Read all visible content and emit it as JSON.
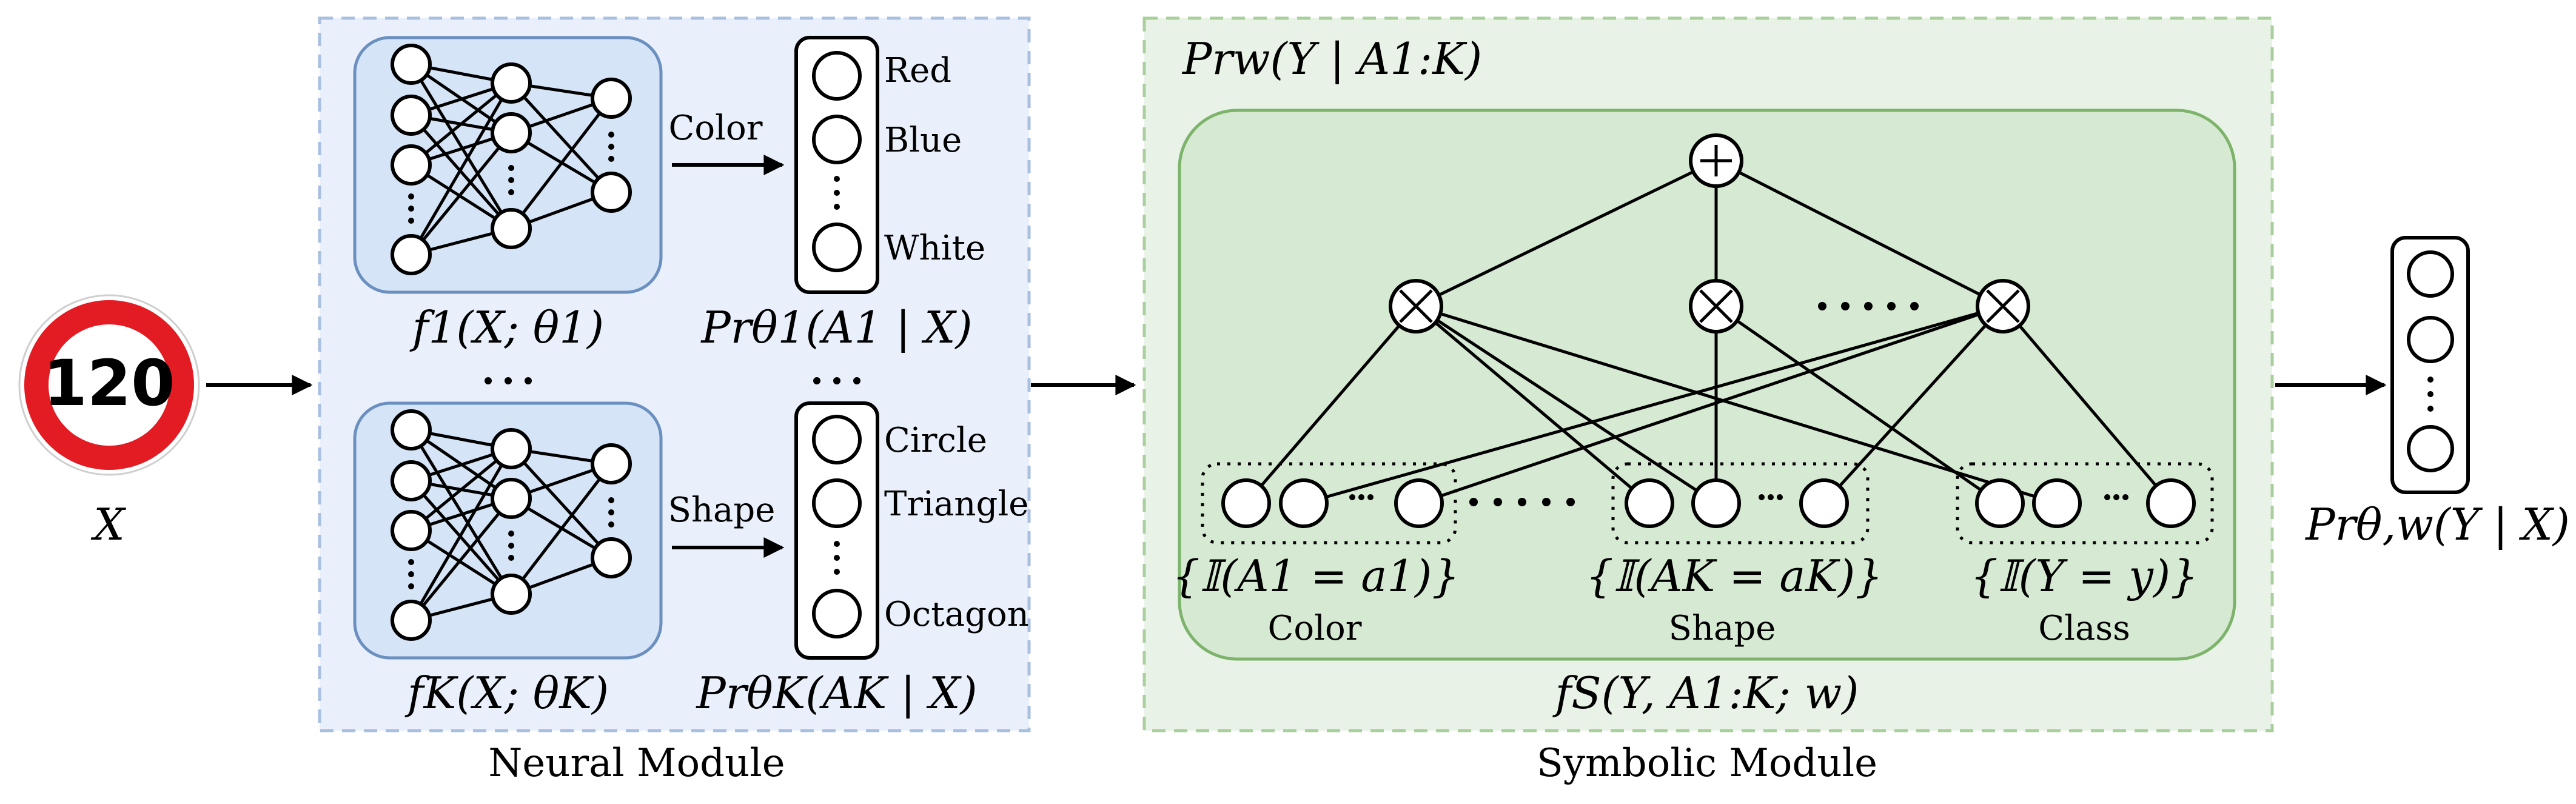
{
  "input": {
    "sign_text": "120",
    "label": "X",
    "colors": {
      "ring": "#e31b23"
    }
  },
  "neural_module": {
    "title": "Neural Module",
    "colors": {
      "panel_bg": "#e9f0fb",
      "panel_border": "#a8bfdf",
      "net_bg": "#d5e4f6",
      "net_border": "#6b8fbf"
    },
    "networks": [
      {
        "function_label": "f1(X; θ1)",
        "attribute": "Color",
        "outputs": [
          "Red",
          "Blue",
          "White"
        ],
        "distribution_label": "Prθ1(A1 | X)"
      },
      {
        "function_label": "fK(X; θK)",
        "attribute": "Shape",
        "outputs": [
          "Circle",
          "Triangle",
          "Octagon"
        ],
        "distribution_label": "PrθK(AK | X)"
      }
    ]
  },
  "symbolic_module": {
    "title": "Symbolic Module",
    "header_label": "Prw(Y | A1:K)",
    "function_label": "fS(Y, A1:K; w)",
    "colors": {
      "panel_bg": "#e8f2e6",
      "panel_border": "#a9cf9c",
      "inner_bg": "#d6e9d2",
      "inner_border": "#7db36b"
    },
    "sum_node": "sum-node",
    "product_nodes": 3,
    "groups": [
      {
        "indicator": "{𝕀(A1 = a1)}",
        "name": "Color"
      },
      {
        "indicator": "{𝕀(AK = aK)}",
        "name": "Shape"
      },
      {
        "indicator": "{𝕀(Y = y)}",
        "name": "Class"
      }
    ]
  },
  "output": {
    "label": "Prθ,w(Y | X)"
  }
}
